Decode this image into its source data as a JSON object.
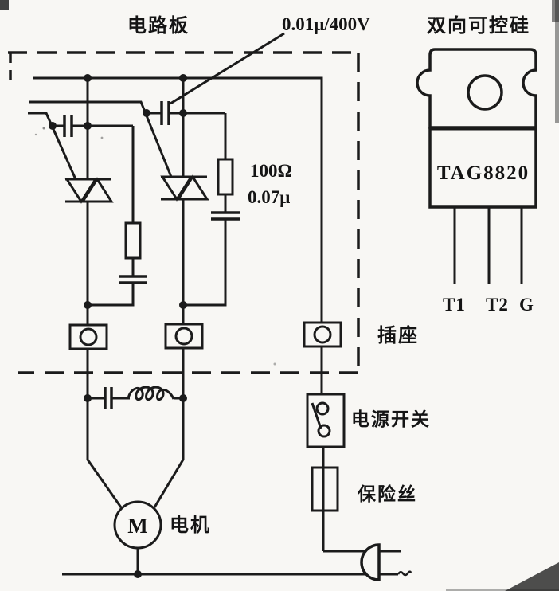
{
  "labels": {
    "circuit_board": "电路板",
    "line_capacitor_value": "0.01μ/400V",
    "triac_title": "双向可控硅",
    "part_number": "TAG8820",
    "pin_t1": "T1",
    "pin_t2": "T2",
    "pin_g": "G",
    "snubber_resistor_value": "100Ω",
    "snubber_capacitor_value": "0.07μ",
    "socket": "插座",
    "power_switch": "电源开关",
    "fuse": "保险丝",
    "motor": "电机",
    "motor_symbol": "M"
  },
  "colors": {
    "ink": "#1b1b1b",
    "paper": "#f8f7f4"
  }
}
